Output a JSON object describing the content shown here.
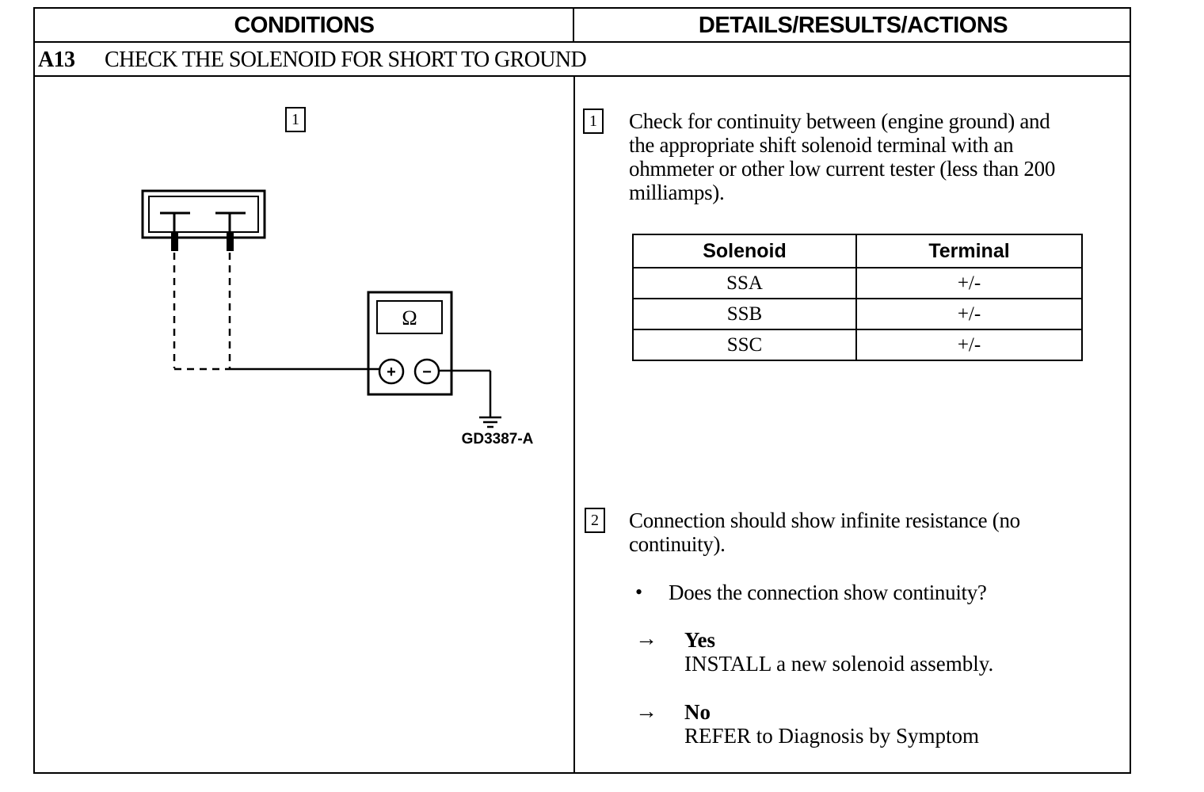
{
  "header": {
    "conditions": "CONDITIONS",
    "details": "DETAILS/RESULTS/ACTIONS"
  },
  "step": {
    "code": "A13",
    "title": "CHECK THE SOLENOID FOR SHORT TO GROUND"
  },
  "diagram": {
    "step_number": "1",
    "meter_symbol": "Ω",
    "plus": "+",
    "minus": "−",
    "figure_id": "GD3387-A"
  },
  "details": {
    "step1_number": "1",
    "step1_lines": [
      "Check for continuity between (engine ground) and",
      "the appropriate shift solenoid terminal with an",
      "ohmmeter or other low current tester (less than 200",
      "milliamps)."
    ],
    "table": {
      "headers": [
        "Solenoid",
        "Terminal"
      ],
      "rows": [
        [
          "SSA",
          "+/-"
        ],
        [
          "SSB",
          "+/-"
        ],
        [
          "SSC",
          "+/-"
        ]
      ]
    },
    "step2_number": "2",
    "step2_lines": [
      "Connection should show infinite resistance (no",
      "continuity)."
    ],
    "bullet": "•",
    "question": "Does the connection show continuity?",
    "arrow": "→",
    "yes_label": "Yes",
    "yes_action": "INSTALL a new solenoid assembly.",
    "no_label": "No",
    "no_action": "REFER to Diagnosis by Symptom"
  }
}
